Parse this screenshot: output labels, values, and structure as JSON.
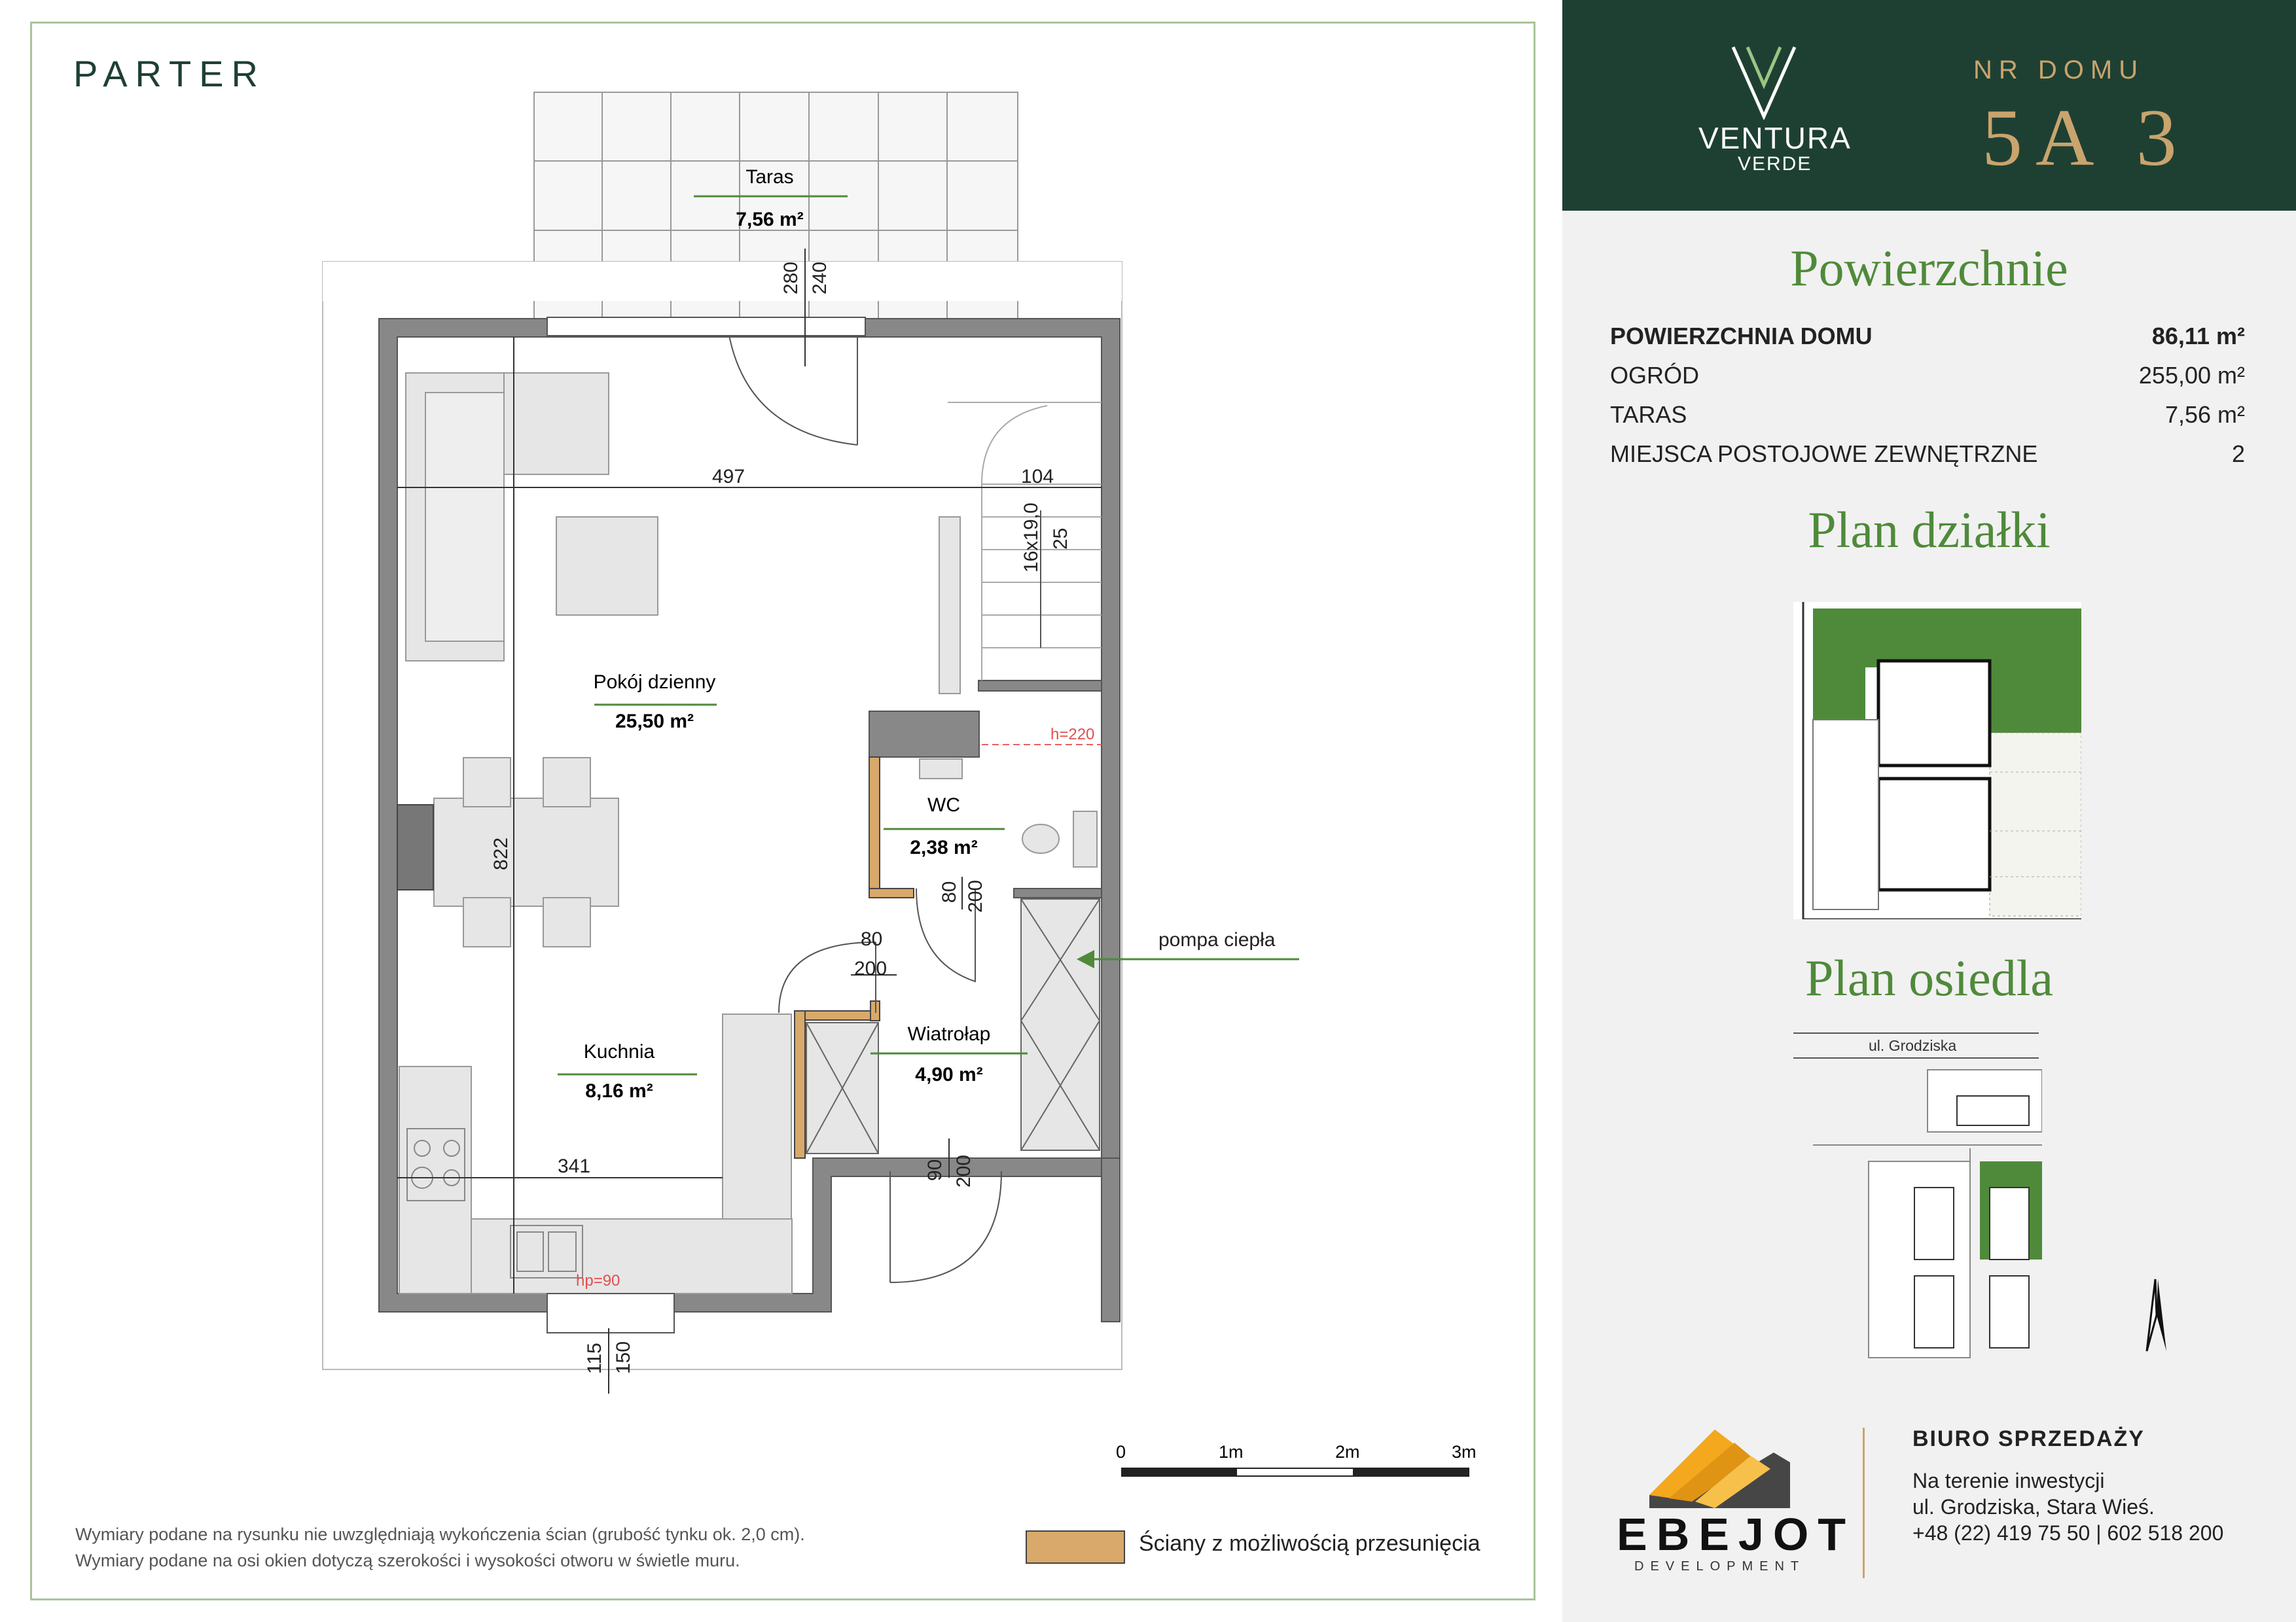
{
  "floor_label": "PARTER",
  "rooms": {
    "taras": {
      "name": "Taras",
      "area": "7,56 m²"
    },
    "pokoj": {
      "name": "Pokój dzienny",
      "area": "25,50 m²"
    },
    "wc": {
      "name": "WC",
      "area": "2,38 m²"
    },
    "kuchnia": {
      "name": "Kuchnia",
      "area": "8,16 m²"
    },
    "wiatrolap": {
      "name": "Wiatrołap",
      "area": "4,90 m²"
    }
  },
  "dimensions": {
    "d497": "497",
    "d104": "104",
    "d341": "341",
    "d822": "822",
    "d280": "280",
    "d240": "240",
    "stairs": "16x19,0",
    "d25": "25",
    "d80a": "80",
    "d200a": "200",
    "d80b": "80",
    "d200b": "200",
    "d90": "90",
    "d200c": "200",
    "d115": "115",
    "d150": "150",
    "h220": "h=220",
    "hp90": "hp=90"
  },
  "annotation": "pompa ciepła",
  "notes": [
    "Wymiary podane na rysunku nie uwzględniają wykończenia ścian (grubość tynku ok. 2,0 cm).",
    "Wymiary podane na osi okien dotyczą szerokości i wysokości otworu w świetle muru."
  ],
  "legend": "Ściany z możliwością przesunięcia",
  "scale": [
    "0",
    "1m",
    "2m",
    "3m"
  ],
  "brand": {
    "name": "VENTURA",
    "sub": "VERDE"
  },
  "house": {
    "label": "NR DOMU",
    "number": "5A 3"
  },
  "sections": {
    "surfaces": "Powierzchnie",
    "plot": "Plan działki",
    "estate": "Plan osiedla"
  },
  "specs": [
    {
      "label": "POWIERZCHNIA DOMU",
      "value": "86,11 m²"
    },
    {
      "label": "OGRÓD",
      "value": "255,00 m²"
    },
    {
      "label": "TARAS",
      "value": "7,56 m²"
    },
    {
      "label": "MIEJSCA POSTOJOWE ZEWNĘTRZNE",
      "value": "2"
    }
  ],
  "street": "ul. Grodziska",
  "developer": {
    "name": "EBEJOT",
    "sub": "DEVELOPMENT"
  },
  "sales": {
    "title": "BIURO SPRZEDAŻY",
    "line1": "Na terenie inwestycji",
    "line2": "ul. Grodziska, Stara Wieś.",
    "line3": "+48 (22) 419 75 50 | 602 518 200"
  },
  "colors": {
    "brand_green": "#1e4033",
    "accent_green": "#4f8a3a",
    "gold": "#c9a46d",
    "movable_wall": "#d8a96a"
  }
}
